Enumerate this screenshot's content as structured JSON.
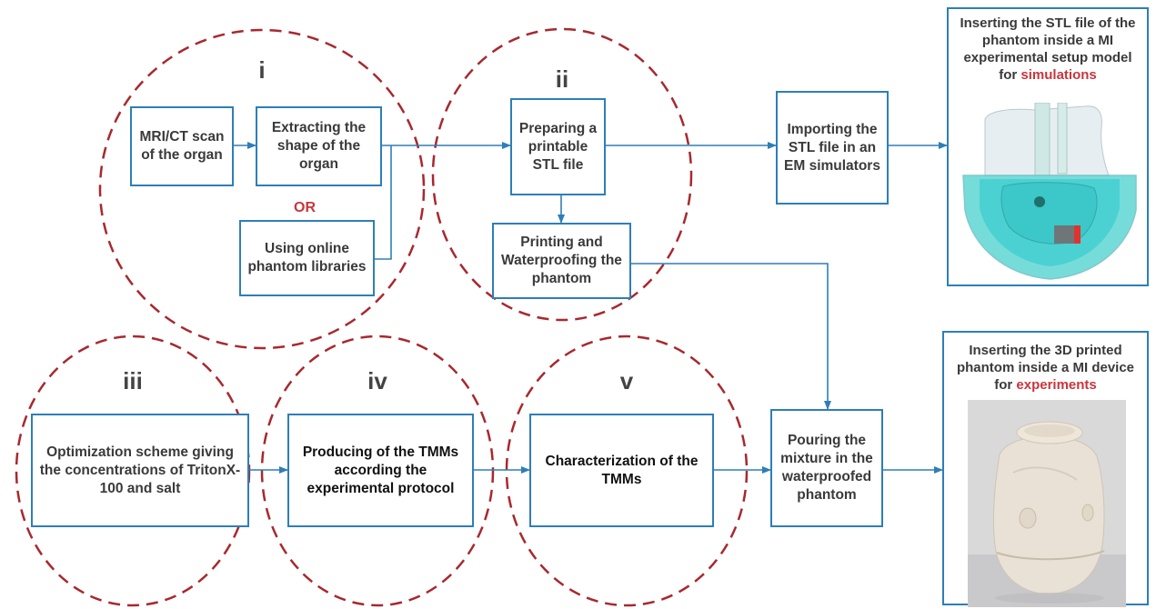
{
  "stages": {
    "i": "i",
    "ii": "ii",
    "iii": "iii",
    "iv": "iv",
    "v": "v"
  },
  "or_label": "OR",
  "boxes": {
    "mri_ct_scan": "MRI/CT scan of the organ",
    "extracting_shape": "Extracting the shape of the organ",
    "online_libraries": "Using online phantom libraries",
    "preparing_stl": "Preparing a printable STL file",
    "printing_waterproofing": "Printing and Waterproofing the phantom",
    "importing_stl": "Importing the STL file in an EM simulators",
    "optimization_scheme": "Optimization scheme giving the concentrations of TritonX-100 and salt",
    "producing_tmms": "Producing of the TMMs according the experimental protocol",
    "characterization_tmms": "Characterization of the TMMs",
    "pouring_mixture": "Pouring the mixture in the waterproofed phantom"
  },
  "panels": {
    "simulation": {
      "title_prefix": "Inserting the STL file of the phantom inside a MI experimental setup model for ",
      "title_highlight": "simulations"
    },
    "experiment": {
      "title_prefix": "Inserting the 3D printed phantom inside a MI device for ",
      "title_highlight": "experiments"
    }
  },
  "colors": {
    "box_border": "#2e7eb8",
    "arrow": "#2e7eb8",
    "dashed_circle": "#a8282e",
    "highlight_text": "#c8363c"
  }
}
